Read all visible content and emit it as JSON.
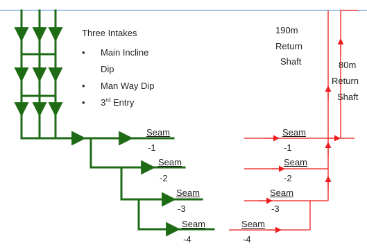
{
  "colors": {
    "intake": "#1e6b15",
    "return": "#ee1c1c",
    "top_rule": "#6f9fd8"
  },
  "intakes": {
    "title": "Three Intakes",
    "items": [
      {
        "text": "Main Incline"
      },
      {
        "text": "Dip"
      },
      {
        "text": "Man Way Dip"
      },
      {
        "text": "3",
        "sup": "rd",
        "rest": " Entry"
      }
    ]
  },
  "shafts": {
    "shaft_190": {
      "depth": "190m",
      "line1": "Return",
      "line2": "Shaft"
    },
    "shaft_80": {
      "depth": "80m",
      "line1": "Return",
      "line2": "Shaft"
    }
  },
  "seams": {
    "left": [
      {
        "name": "Seam",
        "num": "-1"
      },
      {
        "name": "Seam",
        "num": "-2"
      },
      {
        "name": "Seam",
        "num": "-3"
      },
      {
        "name": "Seam",
        "num": "-4"
      }
    ],
    "right": [
      {
        "name": "Seam",
        "num": "-1"
      },
      {
        "name": "Seam",
        "num": "-2"
      },
      {
        "name": "Seam",
        "num": "-3"
      },
      {
        "name": "Seam",
        "num": "-4"
      }
    ]
  }
}
